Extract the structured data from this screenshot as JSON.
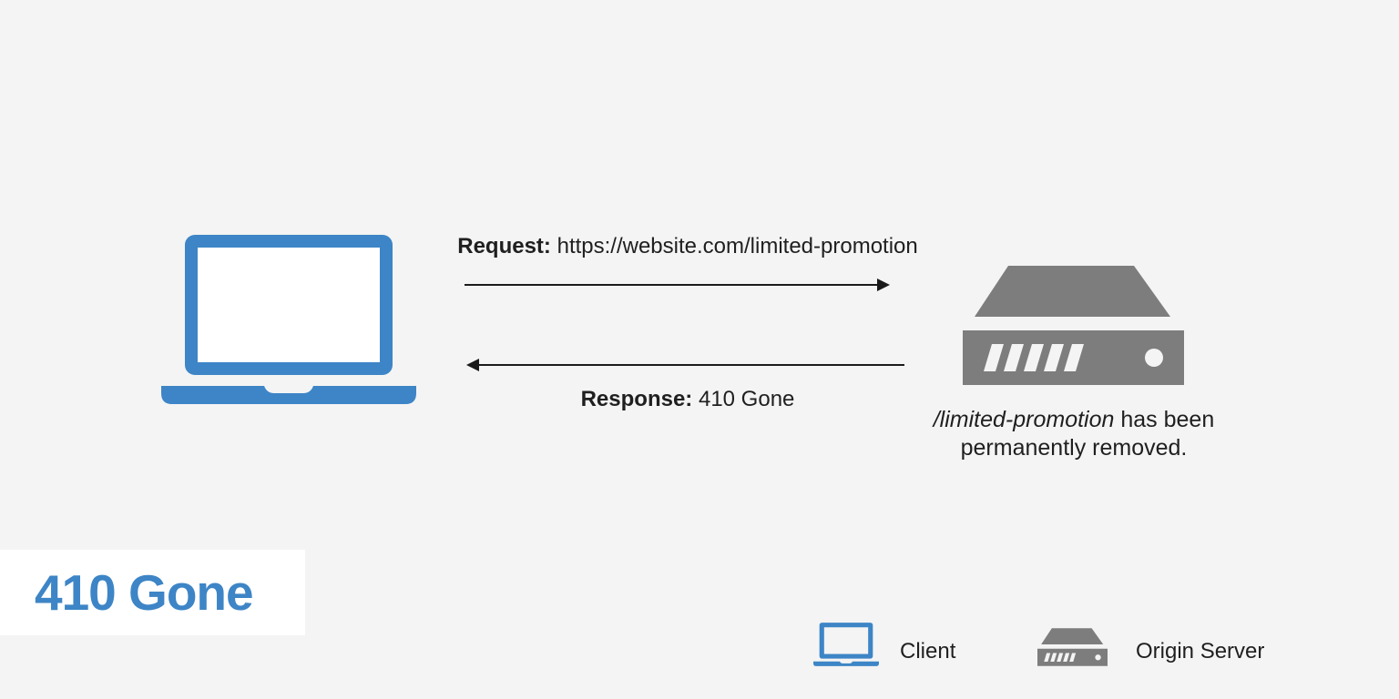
{
  "colors": {
    "background": "#f4f4f4",
    "accent_blue": "#3d85c6",
    "server_gray": "#7d7d7d",
    "text_color": "#1f1f1f",
    "arrow_color": "#1a1a1a",
    "panel_white": "#ffffff"
  },
  "title": {
    "label": "410 Gone"
  },
  "request": {
    "label_bold": "Request:",
    "label_rest": " https://website.com/limited-promotion"
  },
  "response": {
    "label_bold": "Response:",
    "label_rest": " 410 Gone"
  },
  "server_caption": {
    "line1_italic": "/limited-promotion",
    "line1_rest": " has been",
    "line2": "permanently removed."
  },
  "legend": {
    "client_label": "Client",
    "origin_server_label": "Origin Server"
  },
  "icons": {
    "client": "laptop-icon",
    "origin_server": "server-icon"
  }
}
